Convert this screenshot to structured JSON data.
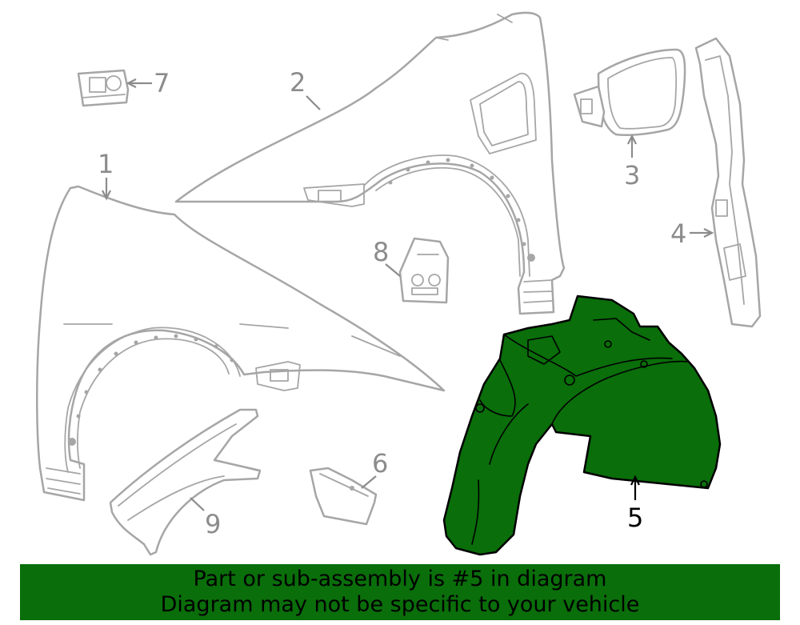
{
  "highlight_color": "#0a6e0a",
  "callouts": {
    "c1": "1",
    "c2": "2",
    "c3": "3",
    "c4": "4",
    "c5": "5",
    "c6": "6",
    "c7": "7",
    "c8": "8",
    "c9": "9"
  },
  "highlighted_part": "5",
  "banner": {
    "line1": "Part or sub-assembly is #5 in diagram",
    "line2": "Diagram may not be specific to your vehicle"
  }
}
